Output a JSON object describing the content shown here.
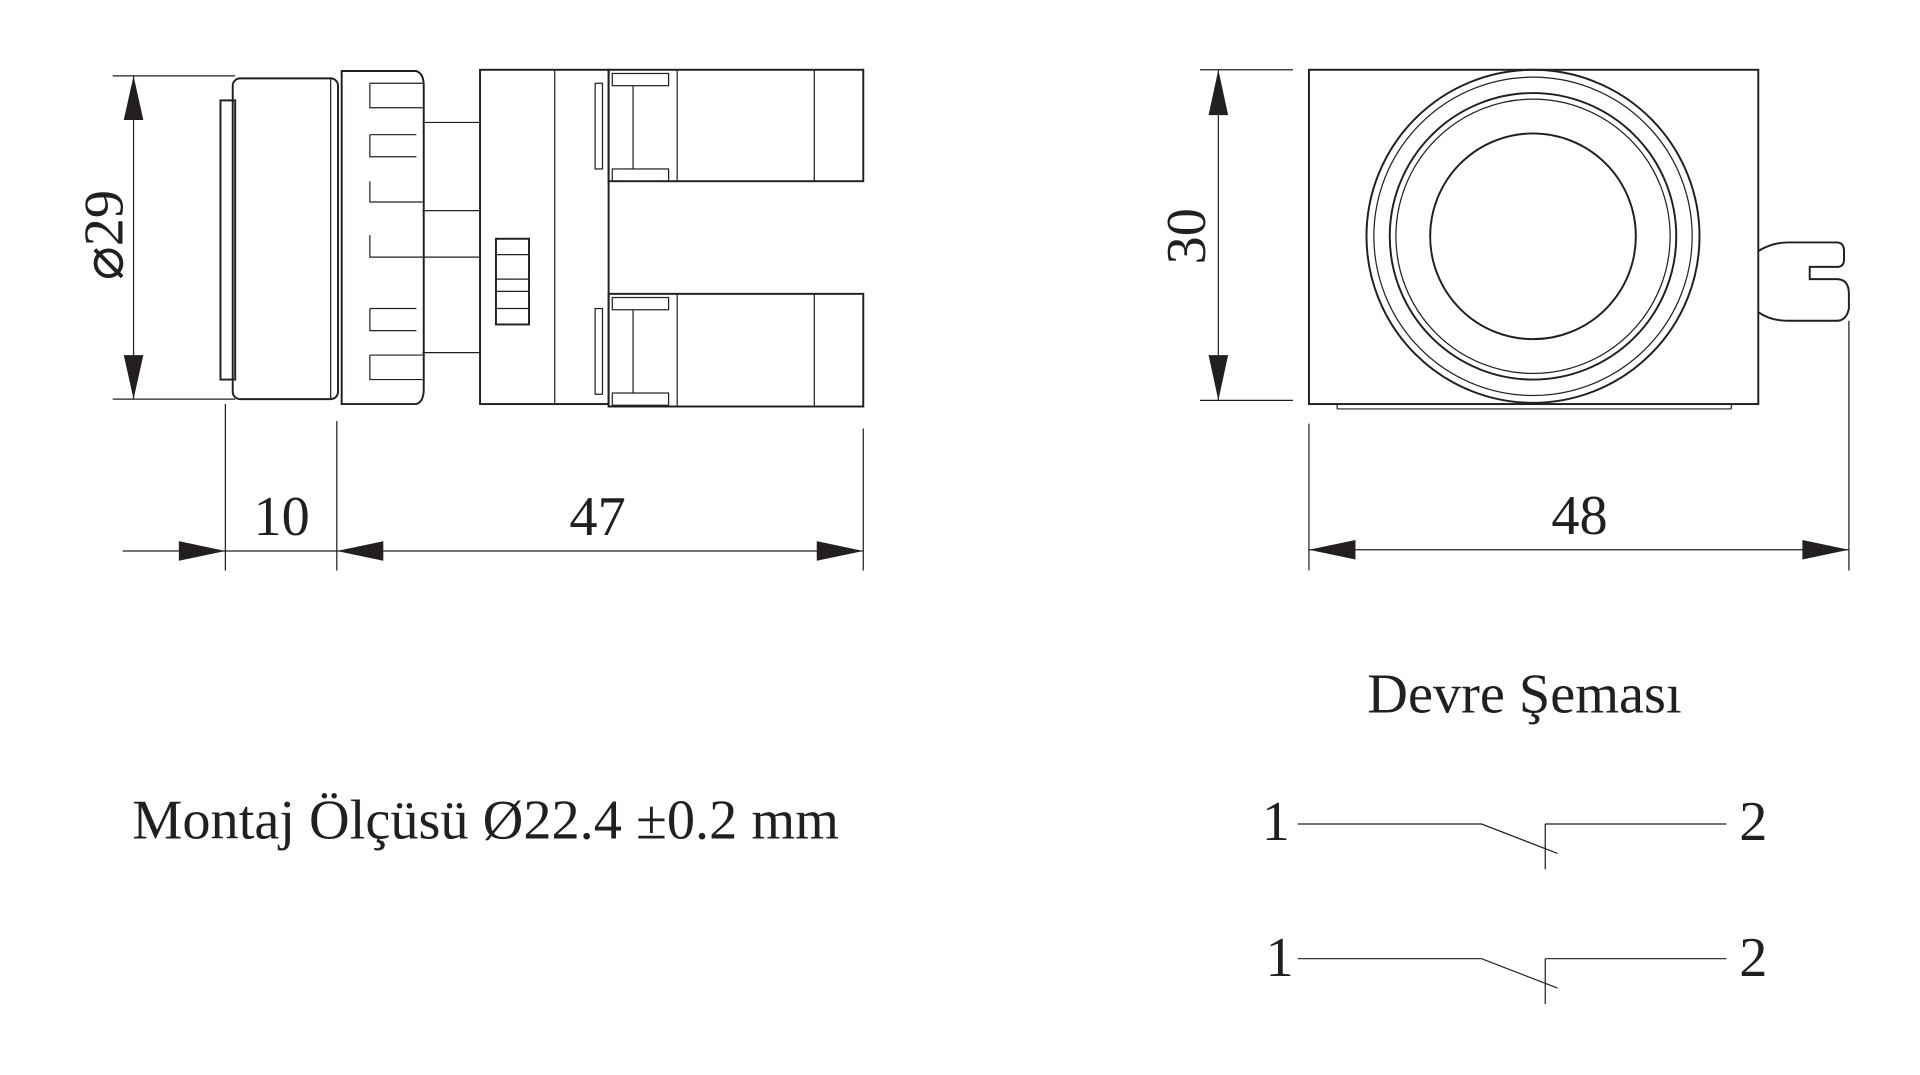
{
  "side_view": {
    "diameter_label": "⌀29",
    "cap_depth_label": "10",
    "body_length_label": "47"
  },
  "front_view": {
    "height_label": "30",
    "width_label": "48"
  },
  "mounting": {
    "text": "Montaj Ölçüsü Ø22.4 ±0.2 mm"
  },
  "circuit": {
    "title": "Devre Şeması",
    "contacts": [
      {
        "left": "1",
        "right": "2"
      },
      {
        "left": "1",
        "right": "2"
      }
    ]
  }
}
